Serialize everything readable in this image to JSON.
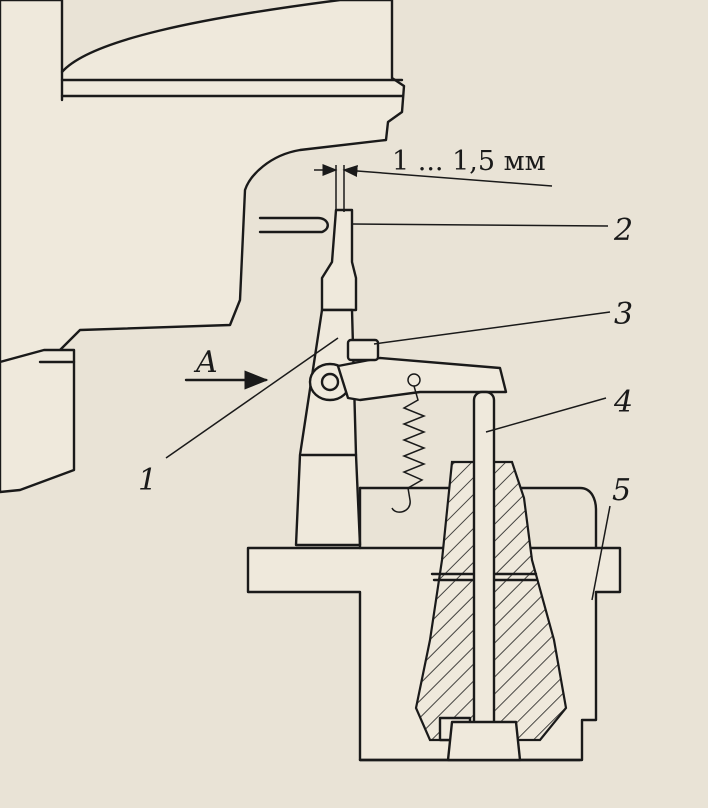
{
  "labels": {
    "dimension": "1 ... 1,5 мм",
    "n1": "1",
    "n2": "2",
    "n3": "3",
    "n4": "4",
    "n5": "5",
    "view": "A"
  }
}
